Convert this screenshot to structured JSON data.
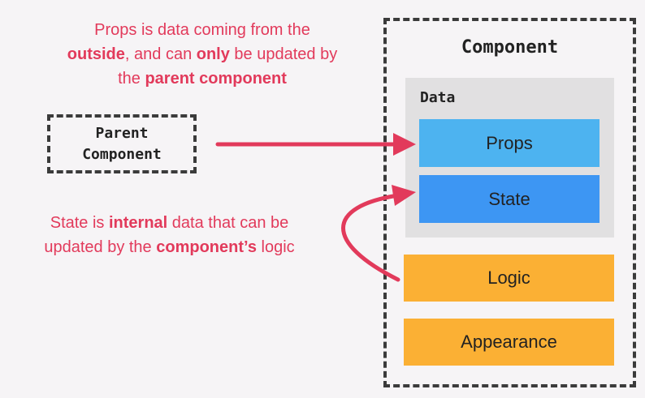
{
  "props_note": {
    "line1": "Props is data coming from the",
    "line2_bold1": "outside",
    "line2_text1": ", and can ",
    "line2_bold2": "only",
    "line2_text2": " be updated by",
    "line3_text": "the ",
    "line3_bold": "parent component"
  },
  "state_note": {
    "line1_text1": "State is ",
    "line1_bold": "internal",
    "line1_text2": " data that can be",
    "line2_text1": "updated by the ",
    "line2_bold": "component’s",
    "line2_text2": " logic"
  },
  "parent_box": {
    "line1": "Parent",
    "line2": "Component"
  },
  "component": {
    "title": "Component",
    "data_label": "Data",
    "props": "Props",
    "state": "State",
    "logic": "Logic",
    "appearance": "Appearance"
  },
  "colors": {
    "accent": "#e23a5b",
    "props": "#4db3f0",
    "state": "#3d96f3",
    "logic": "#fbb034",
    "data_panel": "#e1e0e1",
    "background": "#f6f4f6"
  }
}
